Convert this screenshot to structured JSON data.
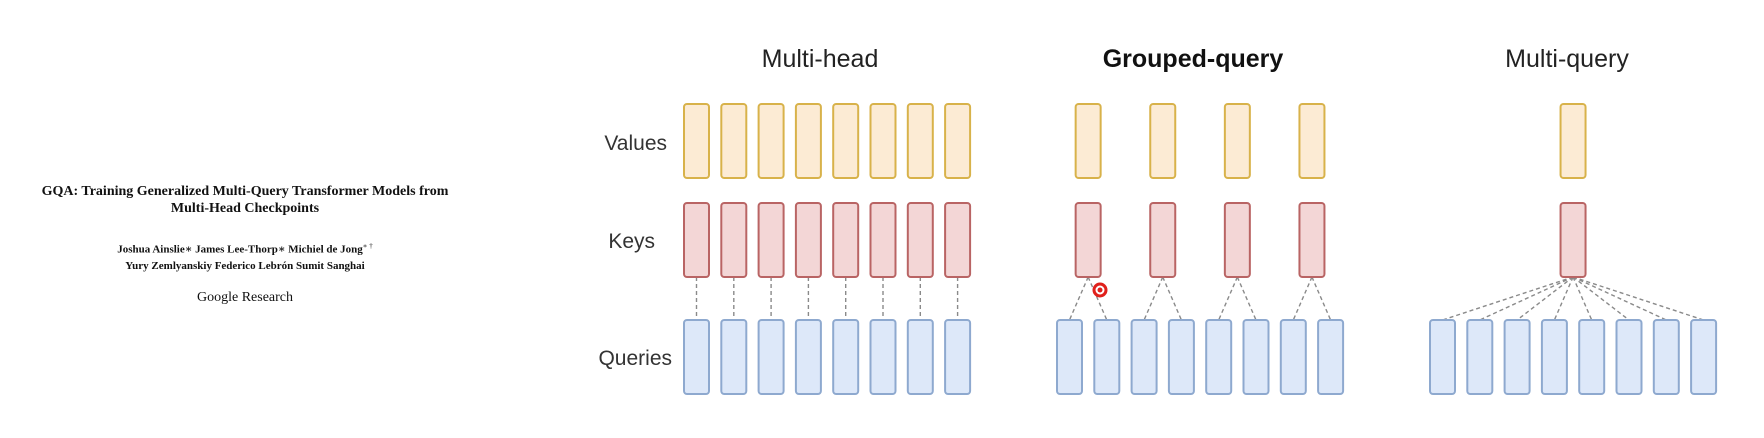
{
  "paper": {
    "title_line1": "GQA: Training Generalized Multi-Query Transformer Models from",
    "title_line2": "Multi-Head Checkpoints",
    "authors_line1": "Joshua Ainslie∗ James Lee-Thorp∗ Michiel de Jong",
    "authors_line1_mark": "∗ †",
    "authors_line2": "Yury Zemlyanskiy Federico Lebrón Sumit Sanghai",
    "affiliation": "Google Research"
  },
  "diagram": {
    "row_labels": {
      "values": "Values",
      "keys": "Keys",
      "queries": "Queries"
    },
    "panels": [
      {
        "title": "Multi-head",
        "bold": false,
        "heads": 8
      },
      {
        "title": "Grouped-query",
        "bold": true,
        "heads": 4
      },
      {
        "title": "Multi-query",
        "bold": false,
        "heads": 1
      }
    ],
    "colors": {
      "value_fill": "#fcebd4",
      "value_stroke": "#d8b24a",
      "key_fill": "#f3d6d6",
      "key_stroke": "#b96464",
      "query_fill": "#dde8f9",
      "query_stroke": "#8ea9cf",
      "cursor": "#e0201b"
    }
  }
}
